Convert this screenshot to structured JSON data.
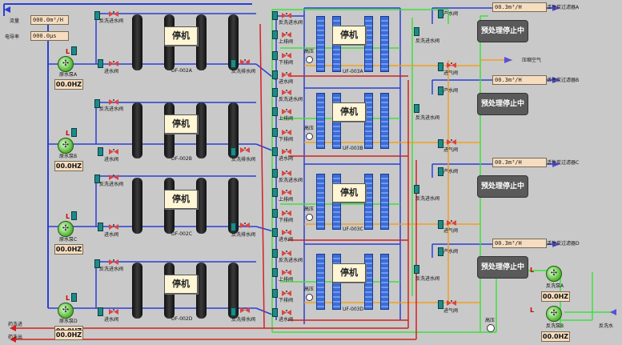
{
  "top_left": {
    "flow_label": "流量",
    "flow_value": "000.0m³/H",
    "conductivity_label": "电导率",
    "conductivity_value": "000.0μs"
  },
  "pumps": [
    {
      "label": "原水泵A",
      "hz": "00.0HZ"
    },
    {
      "label": "原水泵B",
      "hz": "00.0HZ"
    },
    {
      "label": "原水泵C",
      "hz": "00.0HZ"
    },
    {
      "label": "原水泵D",
      "hz": "00.0HZ"
    }
  ],
  "df_units": [
    {
      "name": "DF-002A",
      "status": "停机"
    },
    {
      "name": "DF-002B",
      "status": "停机"
    },
    {
      "name": "DF-002C",
      "status": "停机"
    },
    {
      "name": "DF-002D",
      "status": "停机"
    }
  ],
  "uf_units": [
    {
      "name": "UF-003A",
      "status": "停机"
    },
    {
      "name": "UF-003B",
      "status": "停机"
    },
    {
      "name": "UF-003C",
      "status": "停机"
    },
    {
      "name": "UF-003D",
      "status": "停机"
    }
  ],
  "valves": {
    "backwash_in": "反洗进水阀",
    "water_in": "进水阀",
    "backwash_drain": "反洗排水阀",
    "upper_drain": "上排阀",
    "lower_drain": "下排阀",
    "gas_in": "进气阀",
    "product": "产水阀",
    "pressure": "高压"
  },
  "outputs": [
    {
      "meter": "00.3m³/H",
      "dest": "活性炭过滤器A",
      "status": "预处理停止中"
    },
    {
      "meter": "00.3m³/H",
      "dest": "活性炭过滤器B",
      "status": "预处理停止中"
    },
    {
      "meter": "00.3m³/H",
      "dest": "活性炭过滤器C",
      "status": "预处理停止中"
    },
    {
      "meter": "00.3m³/H",
      "dest": "活性炭过滤器D",
      "status": "预处理停止中"
    }
  ],
  "compressed_air": "压缩空气",
  "backwash_pumps": [
    {
      "label": "反洗泵A",
      "hz": "00.0HZ"
    },
    {
      "label": "反洗泵B",
      "hz": "00.0HZ"
    }
  ],
  "backwash_water": "反洗水",
  "chem_in": "药洗进",
  "chem_out": "药洗出",
  "bottom_hz": "00.0HZ",
  "pump_L": "L",
  "colors": {
    "blue_pipe": "#2a3fd6",
    "green_pipe": "#3fe03f",
    "red_pipe": "#d42020",
    "orange_pipe": "#f0a020",
    "purple_arrow": "#5a4fd8"
  }
}
